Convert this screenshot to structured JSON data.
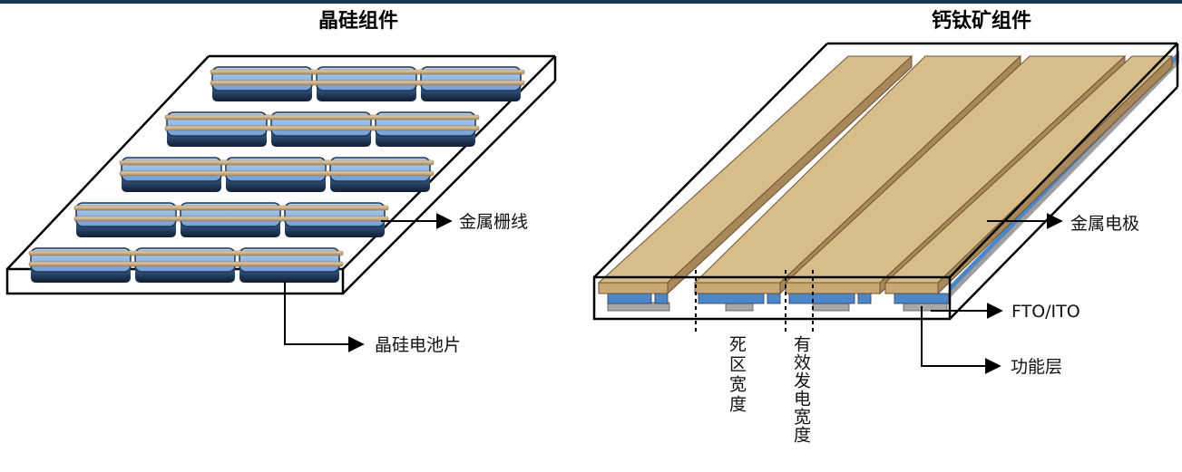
{
  "left": {
    "title": "晶硅组件",
    "label_gridline": "金属栅线",
    "label_cell": "晶硅电池片"
  },
  "right": {
    "title": "钙钛矿组件",
    "label_electrode": "金属电极",
    "label_tco": "FTO/ITO",
    "label_functional": "功能层",
    "label_dead": "死区宽度",
    "label_effective": "有效发电宽度"
  },
  "colors": {
    "header_rule": "#17375e",
    "cell_blue": "#8fb4e3",
    "cell_edge": "#1f3553",
    "gridline": "#c8a97e",
    "electrode": "#d8bd8a",
    "tco_blue": "#4f86c6",
    "functional_gray": "#a9a9a9"
  }
}
